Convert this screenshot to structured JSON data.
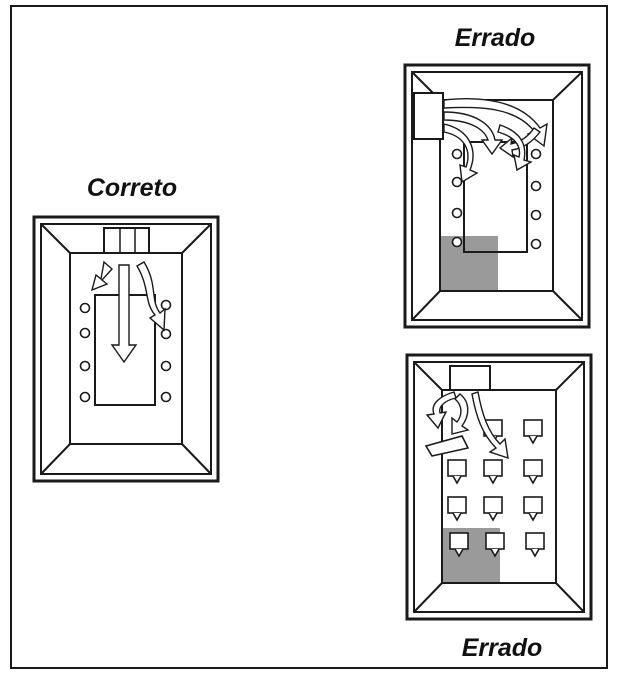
{
  "labels": {
    "correct": "Correto",
    "wrong_top": "Errado",
    "wrong_bottom": "Errado"
  },
  "colors": {
    "ink": "#1a1a1a",
    "shade": "#9a9a9a"
  }
}
